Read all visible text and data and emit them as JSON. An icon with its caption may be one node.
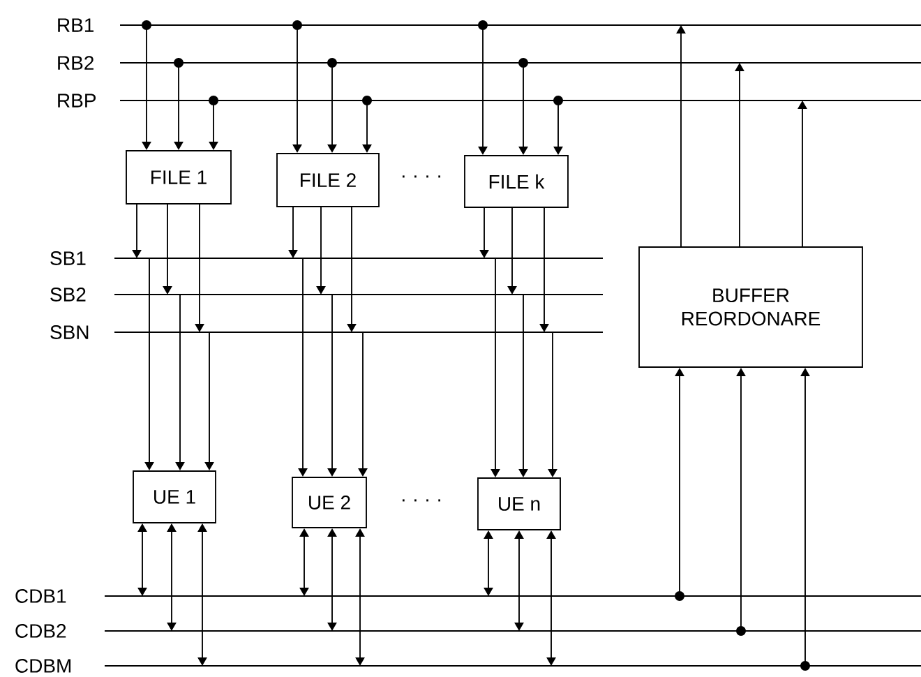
{
  "diagram": {
    "nodes": [
      {
        "text": [
          "RB1"
        ]
      },
      {
        "text": [
          "RB2"
        ]
      },
      {
        "text": [
          "RBP"
        ]
      },
      {
        "text": [
          "FILE 1"
        ]
      },
      {
        "text": [
          "FILE 2"
        ]
      },
      {
        "text": [
          "FILE k"
        ]
      },
      {
        "text": [
          "SB1"
        ]
      },
      {
        "text": [
          "SB2"
        ]
      },
      {
        "text": [
          "SBN"
        ]
      },
      {
        "text": [
          "BUFFER REORDONARE"
        ]
      },
      {
        "text": [
          "UE 1"
        ]
      },
      {
        "text": [
          "UE 2"
        ]
      },
      {
        "text": [
          "UE n"
        ]
      },
      {
        "text": [
          "CDB1"
        ]
      },
      {
        "text": [
          "CDB2"
        ]
      },
      {
        "text": [
          "CDBM"
        ]
      }
    ],
    "edges": [
      {
        "from": 0,
        "to": 3,
        "arrow": "to"
      },
      {
        "from": 1,
        "to": 3,
        "arrow": "to"
      },
      {
        "from": 2,
        "to": 3,
        "arrow": "to"
      },
      {
        "from": 0,
        "to": 4,
        "arrow": "to"
      },
      {
        "from": 1,
        "to": 4,
        "arrow": "to"
      },
      {
        "from": 2,
        "to": 4,
        "arrow": "to"
      },
      {
        "from": 0,
        "to": 5,
        "arrow": "to"
      },
      {
        "from": 1,
        "to": 5,
        "arrow": "to"
      },
      {
        "from": 2,
        "to": 5,
        "arrow": "to"
      },
      {
        "from": 9,
        "to": 0,
        "arrow": "to"
      },
      {
        "from": 9,
        "to": 1,
        "arrow": "to"
      },
      {
        "from": 9,
        "to": 2,
        "arrow": "to"
      },
      {
        "from": 3,
        "to": 6,
        "arrow": "to"
      },
      {
        "from": 3,
        "to": 7,
        "arrow": "to"
      },
      {
        "from": 3,
        "to": 8,
        "arrow": "to"
      },
      {
        "from": 4,
        "to": 6,
        "arrow": "to"
      },
      {
        "from": 4,
        "to": 7,
        "arrow": "to"
      },
      {
        "from": 4,
        "to": 8,
        "arrow": "to"
      },
      {
        "from": 5,
        "to": 6,
        "arrow": "to"
      },
      {
        "from": 5,
        "to": 7,
        "arrow": "to"
      },
      {
        "from": 5,
        "to": 8,
        "arrow": "to"
      },
      {
        "from": 6,
        "to": 10,
        "arrow": "to"
      },
      {
        "from": 7,
        "to": 10,
        "arrow": "to"
      },
      {
        "from": 8,
        "to": 10,
        "arrow": "to"
      },
      {
        "from": 6,
        "to": 11,
        "arrow": "to"
      },
      {
        "from": 7,
        "to": 11,
        "arrow": "to"
      },
      {
        "from": 8,
        "to": 11,
        "arrow": "to"
      },
      {
        "from": 6,
        "to": 12,
        "arrow": "to"
      },
      {
        "from": 7,
        "to": 12,
        "arrow": "to"
      },
      {
        "from": 8,
        "to": 12,
        "arrow": "to"
      },
      {
        "from": 10,
        "to": 13,
        "arrow": "both"
      },
      {
        "from": 10,
        "to": 14,
        "arrow": "both"
      },
      {
        "from": 10,
        "to": 15,
        "arrow": "both"
      },
      {
        "from": 11,
        "to": 13,
        "arrow": "both"
      },
      {
        "from": 11,
        "to": 14,
        "arrow": "both"
      },
      {
        "from": 11,
        "to": 15,
        "arrow": "both"
      },
      {
        "from": 12,
        "to": 13,
        "arrow": "both"
      },
      {
        "from": 12,
        "to": 14,
        "arrow": "both"
      },
      {
        "from": 12,
        "to": 15,
        "arrow": "both"
      },
      {
        "from": 13,
        "to": 9,
        "arrow": "to"
      },
      {
        "from": 14,
        "to": 9,
        "arrow": "to"
      },
      {
        "from": 15,
        "to": 9,
        "arrow": "to"
      }
    ],
    "labels": [
      "· · · ·",
      "· · · ·"
    ]
  }
}
